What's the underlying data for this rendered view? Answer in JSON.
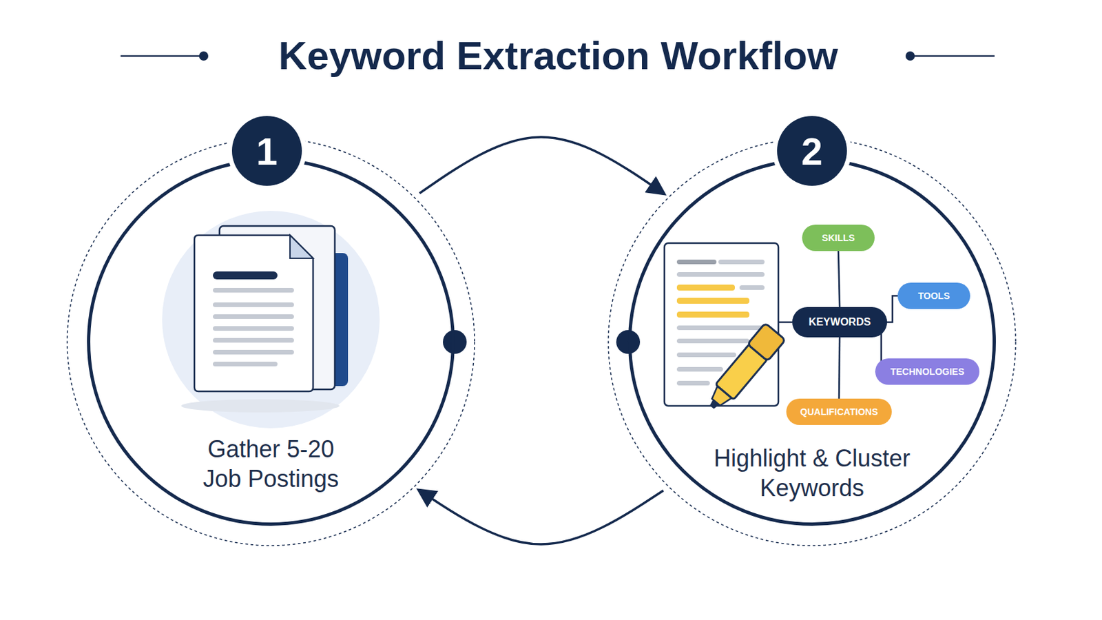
{
  "diagram": {
    "title": "Keyword Extraction Workflow",
    "nodes": [
      {
        "text": [
          "Gather 5-20 Job Postings"
        ]
      },
      {
        "text": [
          "1"
        ],
        "in": 0
      },
      {
        "text": [
          "Highlight & Cluster Keywords"
        ]
      },
      {
        "text": [
          "2"
        ],
        "in": 2
      },
      {
        "text": [
          "KEYWORDS"
        ],
        "in": 2
      },
      {
        "text": [
          "SKILLS"
        ],
        "in": 2
      },
      {
        "text": [
          "TOOLS"
        ],
        "in": 2
      },
      {
        "text": [
          "TECHNOLOGIES"
        ],
        "in": 2
      },
      {
        "text": [
          "QUALIFICATIONS"
        ],
        "in": 2
      }
    ],
    "edges": [
      {
        "from": 0,
        "to": 2,
        "arrow": "to"
      },
      {
        "from": 2,
        "to": 0,
        "arrow": "to"
      },
      {
        "from": 4,
        "to": 5,
        "arrow": "none"
      },
      {
        "from": 4,
        "to": 6,
        "arrow": "none"
      },
      {
        "from": 4,
        "to": 7,
        "arrow": "none"
      },
      {
        "from": 4,
        "to": 8,
        "arrow": "none"
      }
    ]
  }
}
